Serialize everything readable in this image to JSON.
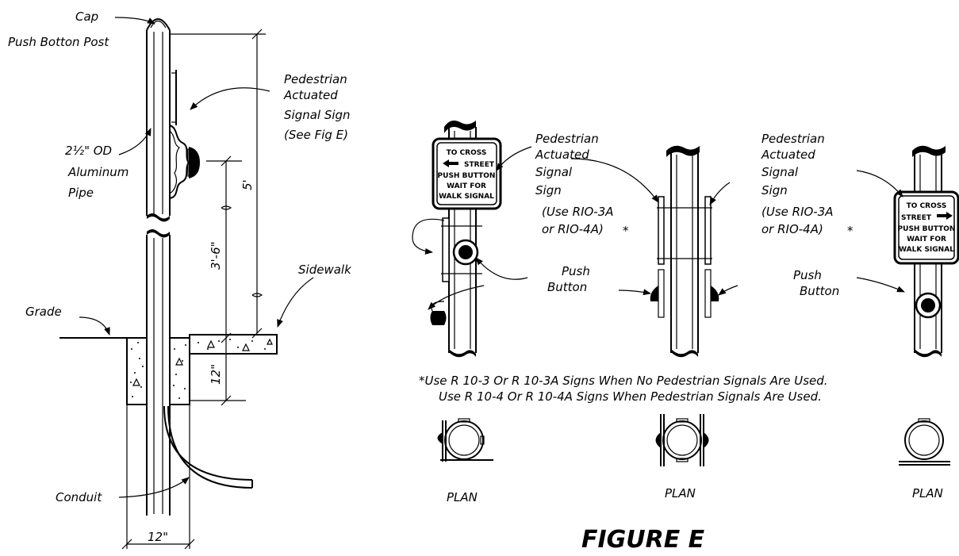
{
  "labels": {
    "cap": "Cap",
    "post": "Push Botton Post",
    "pipe": [
      "2½\" OD",
      "Aluminum",
      "Pipe"
    ],
    "sign_left": [
      "Pedestrian",
      "Actuated",
      "Signal Sign",
      "(See Fig E)"
    ],
    "dim_5ft": "5'",
    "dim_3ft6": "3'-6\"",
    "dim_12_vert": "12\"",
    "dim_12_horiz": "12\"",
    "sidewalk": "Sidewalk",
    "grade": "Grade",
    "conduit": "Conduit"
  },
  "figure_e": {
    "callout_a": [
      "Pedestrian",
      "Actuated",
      "Signal",
      "Sign"
    ],
    "use_a": [
      "(Use RIO-3A",
      "or RIO-4A)",
      "*"
    ],
    "callout_b": [
      "Pedestrian",
      "Actuated",
      "Signal",
      "Sign"
    ],
    "use_b": [
      "(Use RIO-3A",
      "or RIO-4A)",
      "*"
    ],
    "push_a": [
      "Push",
      "Button"
    ],
    "push_b": [
      "Push",
      "Button"
    ],
    "note_line1": "*Use R 10-3 Or R 10-3A Signs When No Pedestrian Signals Are Used.",
    "note_line2": "Use R 10-4 Or R 10-4A Signs When Pedestrian Signals Are Used.",
    "plan_labels": [
      "PLAN",
      "PLAN",
      "PLAN"
    ],
    "title": "FIGURE E"
  },
  "sign_left": {
    "line1": "TO CROSS",
    "arrow_text": "STREET",
    "line3": "PUSH BUTTON",
    "line4": "WAIT FOR",
    "line5": "WALK SIGNAL"
  },
  "sign_right": {
    "line1": "TO CROSS",
    "arrow_text": "STREET",
    "line3": "PUSH BUTTON",
    "line4": "WAIT FOR",
    "line5": "WALK SIGNAL"
  }
}
